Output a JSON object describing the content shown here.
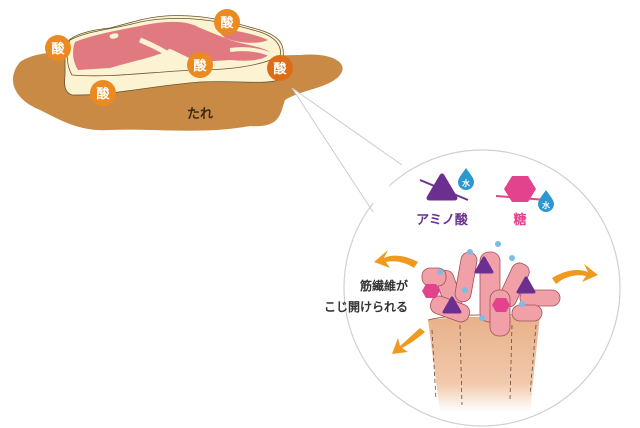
{
  "acid_label": "酸",
  "sauce_label": "たれ",
  "water_label": "水",
  "legend": {
    "amino_acid": "アミノ酸",
    "sugar": "糖"
  },
  "fiber_caption": {
    "line1": "筋繊維が",
    "line2": "こじ開けられる"
  },
  "colors": {
    "sauce": "#c98a45",
    "meat": "#e07a80",
    "fat": "#fbf3d2",
    "acid": "#ec8a22",
    "amino": "#6b2f8f",
    "sugar": "#e3438d",
    "water": "#2b98cf",
    "arrow": "#ef9a1f"
  }
}
